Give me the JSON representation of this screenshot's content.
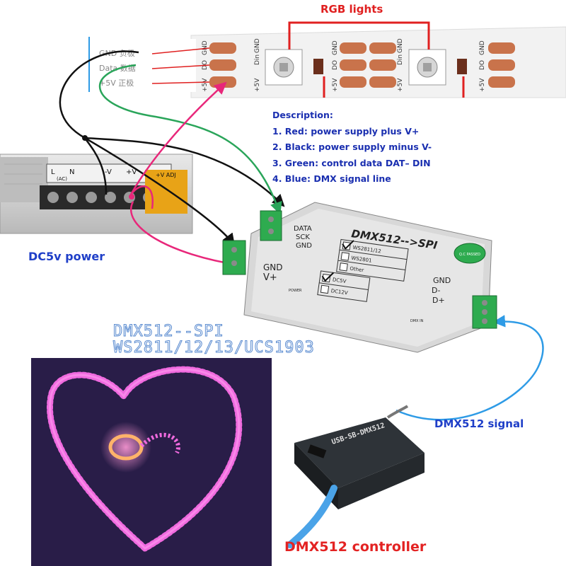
{
  "strip": {
    "title": "RGB lights",
    "labels": {
      "gnd_cn": "GND 负极",
      "data_cn": "Data 数据",
      "v5_cn": "+5V 正极",
      "gnd": "GND",
      "do": "DO",
      "din": "Din",
      "plus5v": "+5V"
    }
  },
  "description": {
    "title": "Description:",
    "items": [
      "1. Red: power supply plus V+",
      "2. Black: power supply minus V-",
      "3. Green: control data DAT– DIN",
      "4. Blue: DMX signal line"
    ]
  },
  "power_supply": {
    "caption": "DC5v power",
    "terminal_labels": [
      "L",
      "N",
      "",
      "-V",
      "+V",
      "+V ADJ"
    ],
    "ac_label": "(AC)"
  },
  "decoder": {
    "title": "DMX512-->SPI",
    "left_labels": [
      "DATA",
      "SCK",
      "GND"
    ],
    "power_labels": [
      "GND",
      "V+"
    ],
    "power_small": "POWER",
    "chip_options": [
      "WS2811/12",
      "WS2801",
      "Other"
    ],
    "voltage_options": [
      "DC5V",
      "DC12V"
    ],
    "right_labels": [
      "GND",
      "D-",
      "D+"
    ],
    "dmx_in": "DMX IN",
    "badge": "Q.C PASSED"
  },
  "models": {
    "line1": "DMX512--SPI",
    "line2": "WS2811/12/13/UCS1903"
  },
  "signal_caption": "DMX512 signal",
  "controller": {
    "caption": "DMX512 controller",
    "device_label": "USB-SB-DMX512"
  },
  "colors": {
    "red": "#e02020",
    "black": "#111111",
    "green": "#2aa55a",
    "blue": "#2e9be6",
    "magenta": "#e8277a",
    "text_blue": "#1a2fb0"
  },
  "icons": [
    "checkmark-icon",
    "led-chip-icon",
    "arrow-icon"
  ]
}
